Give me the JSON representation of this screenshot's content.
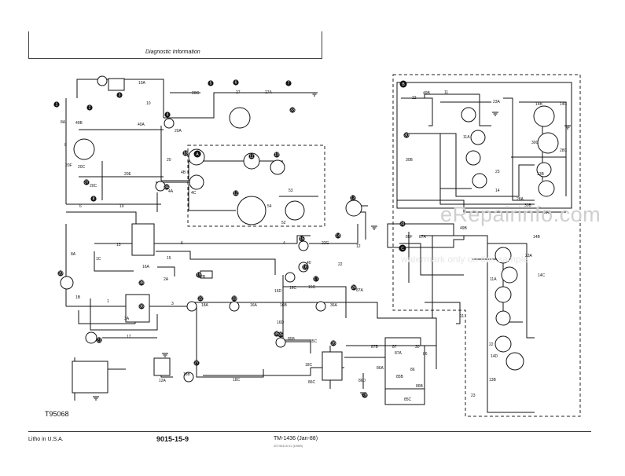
{
  "header": {
    "title": "Diagnostic Information"
  },
  "figure_id": "T95068",
  "footer": {
    "litho": "Litho in U.S.A.",
    "page": "9015-15-9",
    "tm": "TM-1436 (Jan-88)",
    "sub": "20740415 01 (D90B)"
  },
  "watermark": {
    "site": "eRepairinfo.com",
    "note": "watermark only on this sample"
  },
  "section_labels": [
    "A",
    "B",
    "C"
  ],
  "wire_labels": [
    "10A",
    "10",
    "20G",
    "27",
    "27A",
    "40A",
    "20A",
    "20",
    "49B",
    "8A",
    "8",
    "20F",
    "20C",
    "20E",
    "20C",
    "6",
    "19",
    "4B",
    "4A",
    "4C",
    "53",
    "54",
    "52",
    "6",
    "4",
    "22G",
    "12",
    "40",
    "22",
    "13",
    "15",
    "1C",
    "16A",
    "2A",
    "2B",
    "8A",
    "1B",
    "1",
    "3",
    "3A",
    "17",
    "18A",
    "16A",
    "16B",
    "16C",
    "16C",
    "16D",
    "36A",
    "87A",
    "16D",
    "85B",
    "85C",
    "87B",
    "87",
    "30",
    "86",
    "86",
    "87A",
    "85B",
    "86A",
    "86C",
    "86B",
    "85C",
    "18C",
    "18C",
    "12A",
    "18B",
    "11",
    "49B",
    "22",
    "30B",
    "14B",
    "14C",
    "11A",
    "23A",
    "23",
    "14",
    "28A",
    "30B",
    "13C",
    "30C",
    "28C",
    "13B",
    "14B",
    "23A",
    "11A",
    "14C",
    "14D",
    "13B",
    "23",
    "11",
    "22",
    "49B",
    "85F",
    "87A",
    "86D"
  ],
  "components": [
    "1",
    "2",
    "3",
    "4",
    "5",
    "6",
    "7",
    "8",
    "9",
    "10",
    "11",
    "12",
    "13",
    "14",
    "15",
    "16",
    "17",
    "18",
    "19",
    "20",
    "21",
    "22",
    "23",
    "24",
    "25",
    "26",
    "27",
    "28",
    "29",
    "30",
    "31",
    "32",
    "33",
    "34",
    "35",
    "36",
    "37",
    "38"
  ]
}
